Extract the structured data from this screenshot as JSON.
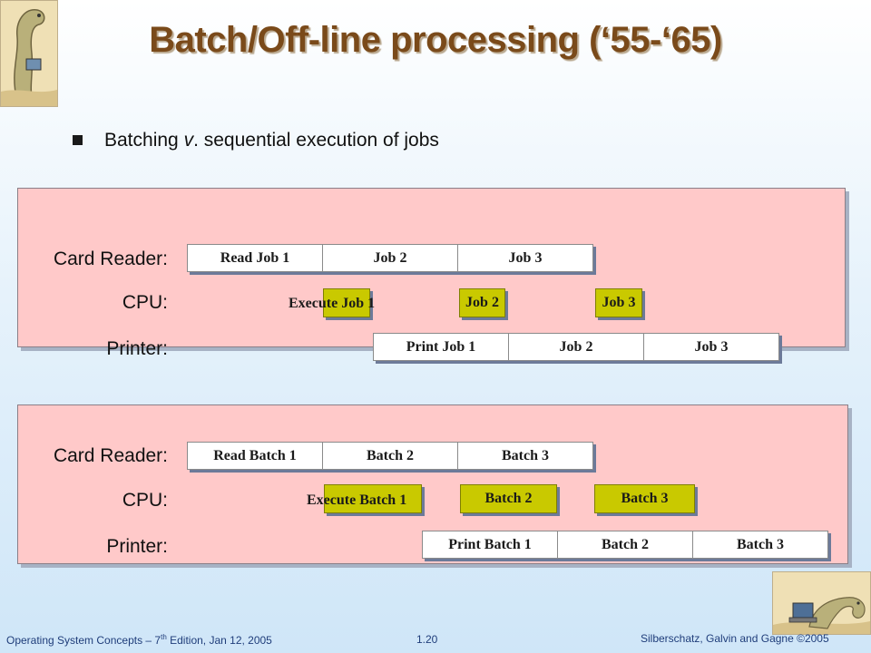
{
  "slide": {
    "title": "Batch/Off-line processing (‘55-‘65)",
    "bullet_main": "Batching ",
    "bullet_italic": "v",
    "bullet_rest": ". sequential execution of jobs"
  },
  "labels": {
    "card_reader": "Card Reader:",
    "cpu": "CPU:",
    "printer": "Printer:"
  },
  "panel1": {
    "reader": [
      "Read Job 1",
      "Job 2",
      "Job 3"
    ],
    "cpu": [
      "Execute Job 1",
      "Job 2",
      "Job 3"
    ],
    "printer": [
      "Print Job 1",
      "Job 2",
      "Job 3"
    ]
  },
  "panel2": {
    "reader": [
      "Read Batch 1",
      "Batch 2",
      "Batch 3"
    ],
    "cpu": [
      "Execute Batch 1",
      "Batch 2",
      "Batch 3"
    ],
    "printer": [
      "Print Batch 1",
      "Batch 2",
      "Batch 3"
    ]
  },
  "footer": {
    "left_prefix": "Operating System Concepts – 7",
    "left_sup": "th",
    "left_suffix": " Edition, Jan 12, 2005",
    "page": "1.20",
    "right": "Silberschatz, Galvin and Gagne ©2005"
  },
  "icons": [
    "dinosaur-logo-icon",
    "dinosaur-laptop-logo-icon",
    "bullet-square-icon"
  ],
  "colors": {
    "title": "#7a4a1a",
    "panel": "#ffc9c9",
    "cpu_block": "#c9c900",
    "footer_text": "#1f3d7a"
  }
}
